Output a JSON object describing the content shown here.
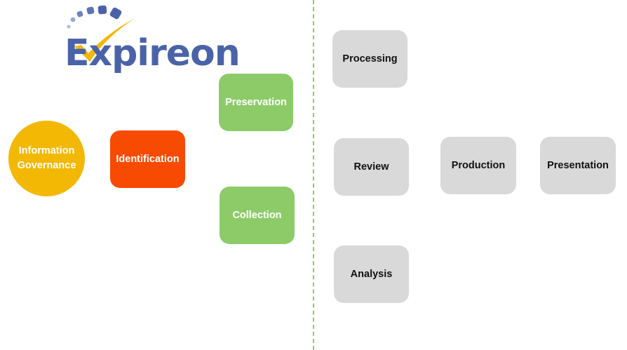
{
  "logo": {
    "text": "Expireon",
    "text_color": "#4a63a8",
    "check_color": "#f3b804",
    "dot_color": "#4a63a8"
  },
  "colors": {
    "gray": "#d9d9d9",
    "green": "#8dcb69",
    "red": "#f74b03",
    "yellow": "#f3b804",
    "divider": "#8dcb69"
  },
  "nodes": {
    "information_governance": "Information Governance",
    "identification": "Identification",
    "preservation": "Preservation",
    "collection": "Collection",
    "processing": "Processing",
    "review": "Review",
    "analysis": "Analysis",
    "production": "Production",
    "presentation": "Presentation"
  }
}
